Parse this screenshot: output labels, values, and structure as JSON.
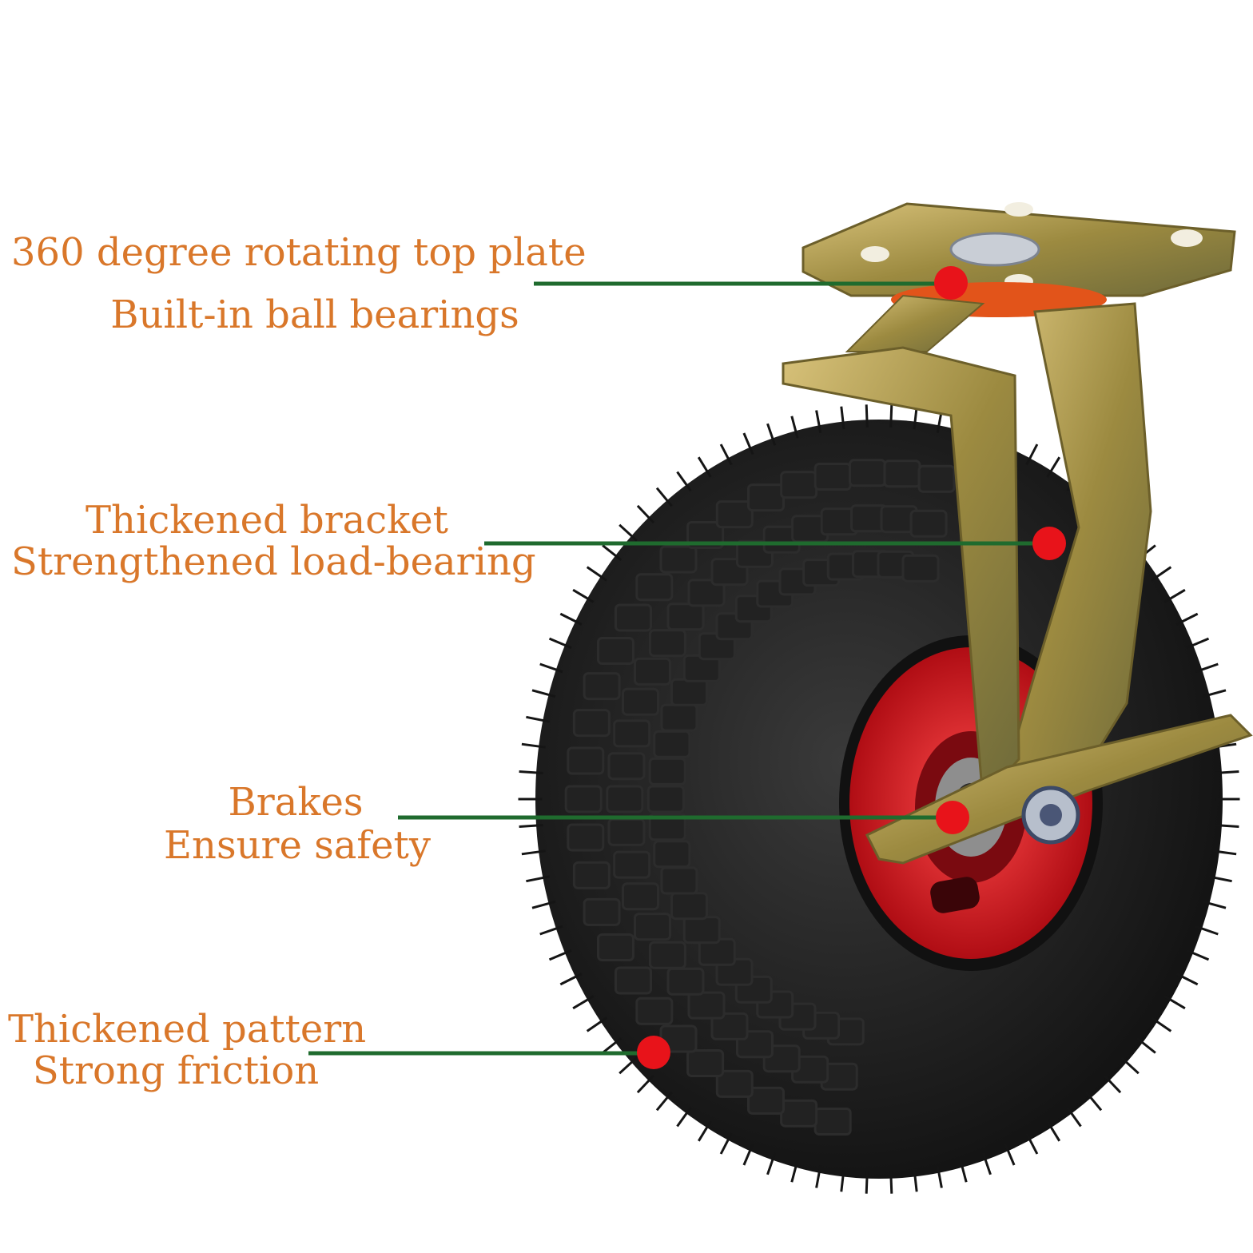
{
  "colors": {
    "label_text": "#d9772a",
    "leader_line": "#1f6b2e",
    "marker_dot": "#e8131a",
    "tire": "#1c1c1c",
    "rim": "#e31b23",
    "bracket": "#b8a050"
  },
  "callouts": [
    {
      "line1": "360 degree rotating top plate",
      "line2": "Built-in ball bearings"
    },
    {
      "line1": "Thickened bracket",
      "line2": "Strengthened load-bearing"
    },
    {
      "line1": "Brakes",
      "line2": "Ensure safety"
    },
    {
      "line1": "Thickened pattern",
      "line2": "Strong friction"
    }
  ]
}
